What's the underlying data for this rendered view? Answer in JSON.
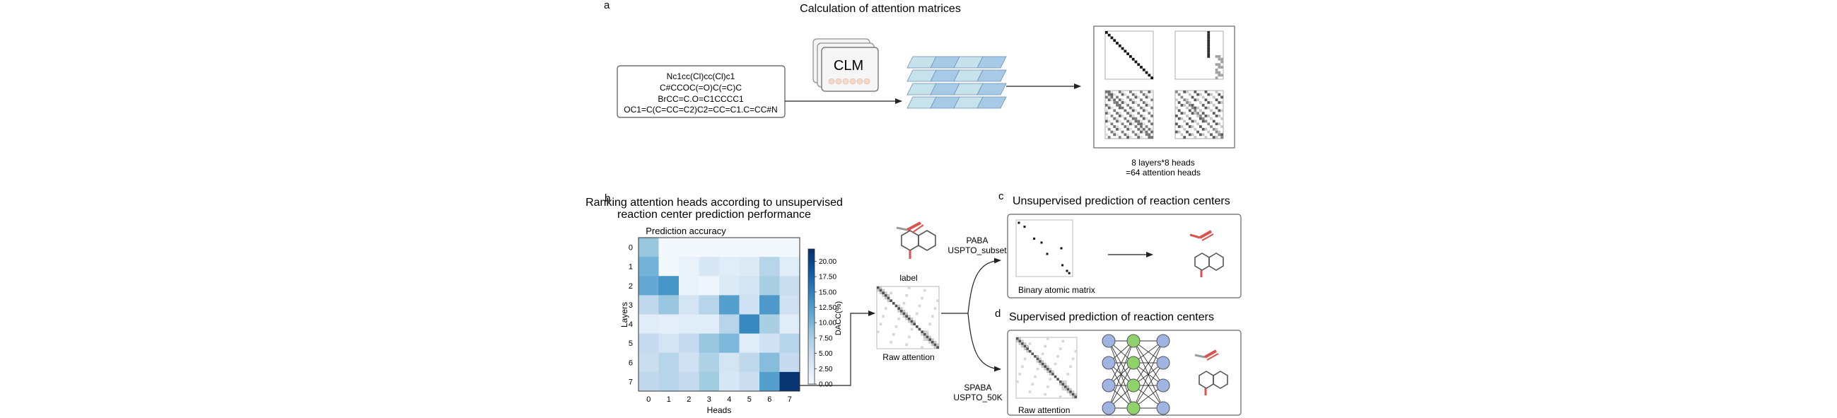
{
  "panel_a": {
    "letter": "a",
    "title": "Calculation of attention matrices",
    "smiles": [
      "Nc1cc(Cl)cc(Cl)c1",
      "C#CCOC(=O)C(=C)C",
      "BrCC=C.O=C1CCCC1",
      "OC1=C(C=CC=C2)C2=CC=C1.C=CC#N"
    ],
    "model_label": "CLM",
    "output_caption_lines": [
      "8 layers*8 heads",
      "=64 attention heads"
    ]
  },
  "panel_b": {
    "letter": "b",
    "title_lines": [
      "Ranking attention heads according to unsupervised",
      "reaction center prediction performance"
    ]
  },
  "panel_c": {
    "letter": "c",
    "title": "Unsupervised prediction of reaction centers",
    "matrix_caption": "Binary atomic matrix"
  },
  "panel_d": {
    "letter": "d",
    "title": "Supervised prediction of reaction centers",
    "matrix_caption": "Raw  attention"
  },
  "middle": {
    "label_caption": "label",
    "raw_caption": "Raw  attention",
    "route_top_lines": [
      "PABA",
      "USPTO_subset"
    ],
    "route_bottom_lines": [
      "SPABA",
      "USPTO_50K"
    ]
  },
  "colors": {
    "heat_low": "#f3f8fd",
    "heat_high": "#08306b",
    "layer_fill": "#c6e2ea",
    "layer_fill_alt": "#a7cbe6",
    "nn_blue": "#9fb4e0",
    "nn_green": "#8fd16a",
    "mol_red": "#d9534f"
  },
  "chart_data": {
    "type": "heatmap",
    "title": "Prediction accuracy",
    "xlabel": "Heads",
    "ylabel": "Layers",
    "x": [
      "0",
      "1",
      "2",
      "3",
      "4",
      "5",
      "6",
      "7"
    ],
    "y": [
      "0",
      "1",
      "2",
      "3",
      "4",
      "5",
      "6",
      "7"
    ],
    "values": [
      [
        8.5,
        0.5,
        0.5,
        0.5,
        0.5,
        0.5,
        0.5,
        0.5
      ],
      [
        10.5,
        0.5,
        1.5,
        3.5,
        2.5,
        3.0,
        6.5,
        2.5
      ],
      [
        11.5,
        13.5,
        1.5,
        1.0,
        3.0,
        4.0,
        7.5,
        5.0
      ],
      [
        6.0,
        8.5,
        4.0,
        6.5,
        12.5,
        4.5,
        13.0,
        4.5
      ],
      [
        2.5,
        2.0,
        2.5,
        2.5,
        6.5,
        14.5,
        7.5,
        2.5
      ],
      [
        5.5,
        4.0,
        5.5,
        8.5,
        10.0,
        2.5,
        4.5,
        6.5
      ],
      [
        5.0,
        6.5,
        4.5,
        7.0,
        4.0,
        6.0,
        9.5,
        5.5
      ],
      [
        6.0,
        6.5,
        5.5,
        8.0,
        3.5,
        5.0,
        12.5,
        21.5
      ]
    ],
    "colorbar_label": "DACC(%)",
    "colorbar_ticks": [
      "0.00",
      "2.50",
      "5.00",
      "7.50",
      "10.00",
      "12.50",
      "15.00",
      "17.50",
      "20.00"
    ],
    "zlim": [
      0,
      22
    ]
  }
}
